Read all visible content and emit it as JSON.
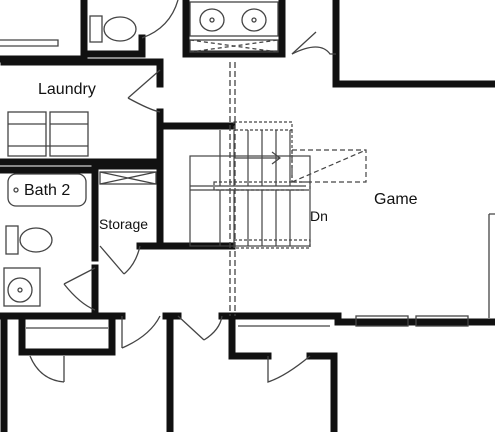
{
  "rooms": {
    "laundry": "Laundry",
    "bath2": "Bath 2",
    "storage": "Storage",
    "game": "Game",
    "stairs_label": "Dn"
  },
  "colors": {
    "wall": "#111111",
    "line": "#444444",
    "floor": "#ffffff"
  }
}
